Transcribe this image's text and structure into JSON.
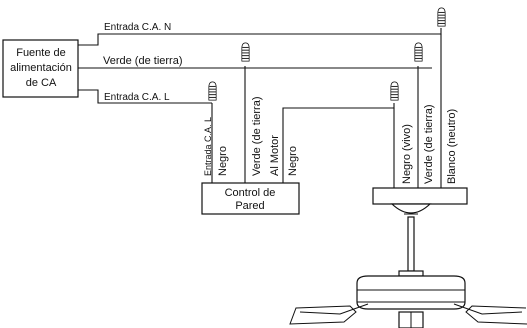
{
  "power_source": {
    "line1": "Fuente de",
    "line2": "alimentación",
    "line3": "de CA"
  },
  "wires": {
    "neutral_in": "Entrada C.A. N",
    "ground": "Verde (de tierra)",
    "line_in": "Entrada C.A. L"
  },
  "wall_control": {
    "title_line1": "Control de",
    "title_line2": "Pared",
    "labels": {
      "line_in": "Entrada C.A. L",
      "black": "Negro",
      "ground": "Verde (de tierra)",
      "to_motor": "Al Motor",
      "black_2": "Negro"
    }
  },
  "fan": {
    "labels": {
      "black_live": "Negro (vivo)",
      "ground": "Verde (de tierra)",
      "white_neutral": "Blanco (neutro)"
    }
  },
  "colors": {
    "stroke": "#111111",
    "background": "#ffffff"
  }
}
